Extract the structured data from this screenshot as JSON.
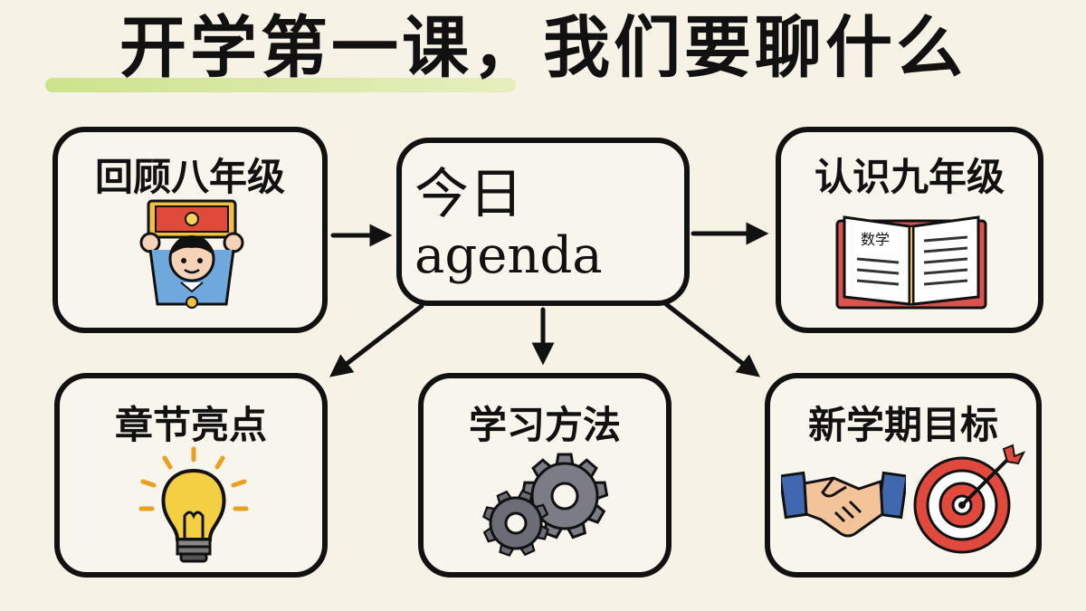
{
  "title": "开学第一课，我们要聊什么",
  "center": {
    "line1": "今日",
    "line2": "agenda"
  },
  "nodes": {
    "review": "回顾八年级",
    "know": "认识九年级",
    "highlights": "章节亮点",
    "methods": "学习方法",
    "goals": "新学期目标"
  },
  "book_label": "数学",
  "icons": {
    "review": "child-holding-banner-icon",
    "know": "open-book-icon",
    "highlights": "lightbulb-icon",
    "methods": "gears-icon",
    "goals": [
      "handshake-icon",
      "target-icon"
    ]
  },
  "colors": {
    "background": "#f6f2e6",
    "highlight": "#c8e182",
    "outline": "#111111"
  }
}
